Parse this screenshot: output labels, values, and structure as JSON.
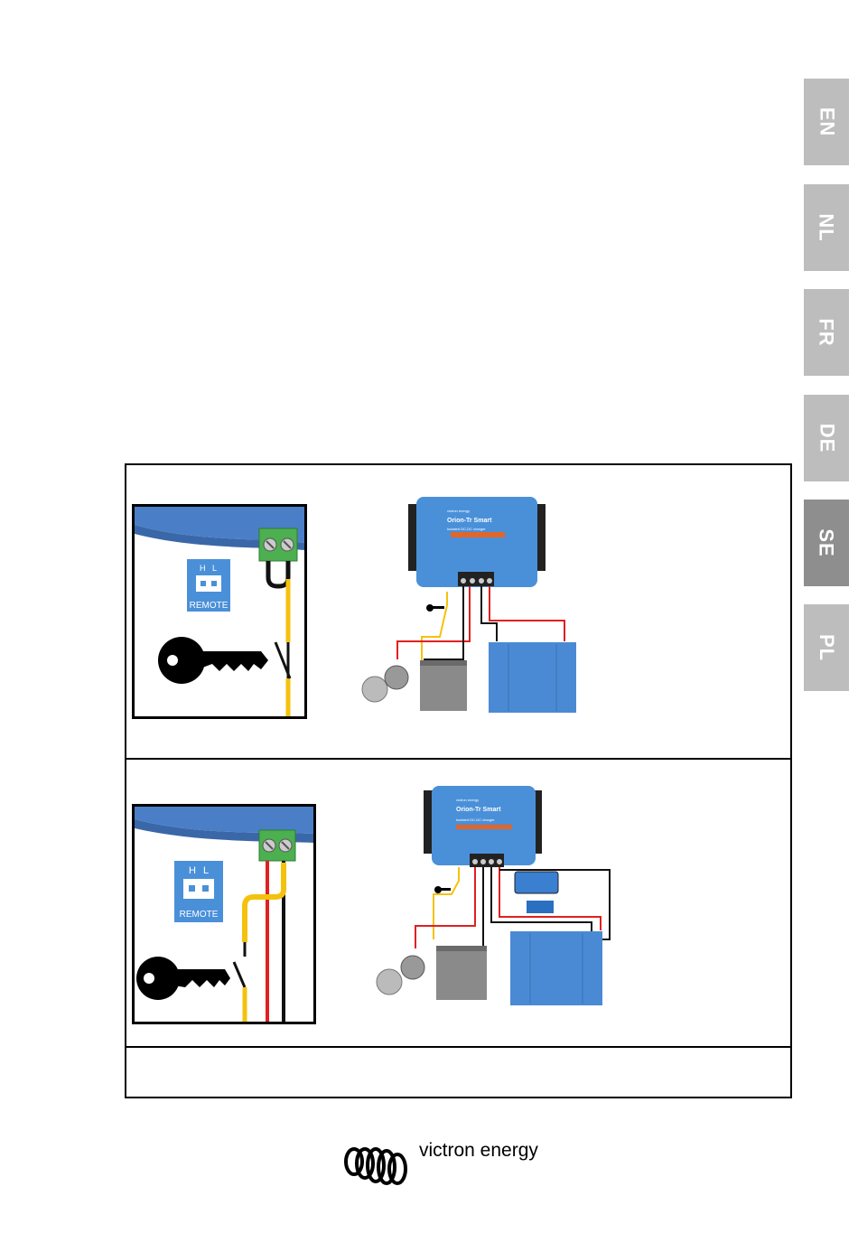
{
  "language_tabs": [
    {
      "code": "EN",
      "active": false
    },
    {
      "code": "NL",
      "active": false
    },
    {
      "code": "FR",
      "active": false
    },
    {
      "code": "DE",
      "active": false
    },
    {
      "code": "SE",
      "active": true
    },
    {
      "code": "PL",
      "active": false
    }
  ],
  "figure1": {
    "remote_label": "REMOTE",
    "pin_h": "H",
    "pin_l": "L",
    "device_name": "Orion-Tr Smart",
    "device_sub": "Isolated DC-DC charger",
    "device_brand": "victron energy"
  },
  "figure2": {
    "remote_label": "REMOTE",
    "pin_h": "H",
    "pin_l": "L",
    "device_name": "Orion-Tr Smart",
    "device_sub": "Isolated DC-DC charger",
    "device_brand": "victron energy"
  },
  "footer": {
    "brand": "victron energy"
  },
  "colors": {
    "tab_inactive": "#bdbdbd",
    "tab_active": "#8e8e8e",
    "device_blue": "#4a90d9",
    "wire_red": "#e02020",
    "wire_yellow": "#f4c20d",
    "terminal_green": "#4caf50"
  }
}
